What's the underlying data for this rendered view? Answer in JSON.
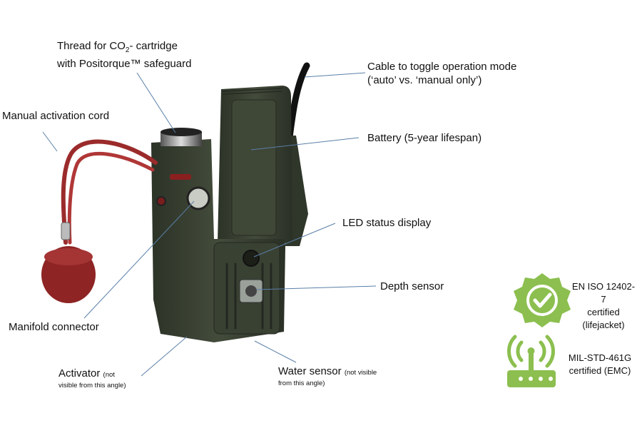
{
  "labels": {
    "thread_line1_pre": "Thread for CO",
    "thread_sub": "2",
    "thread_line1_post": "- cartridge",
    "thread_line2": "with Positorque™ safeguard",
    "manual_cord": "Manual activation cord",
    "cable_line1": "Cable to toggle operation mode",
    "cable_line2": "(‘auto’ vs. ‘manual only’)",
    "battery": "Battery (5-year lifespan)",
    "led": "LED status display",
    "depth": "Depth sensor",
    "manifold": "Manifold connector",
    "activator": "Activator",
    "activator_note_1": "(not",
    "activator_note_2": "visible from this angle)",
    "water": "Water sensor",
    "water_note_1": "(not visible",
    "water_note_2": "from this angle)"
  },
  "certifications": [
    {
      "icon": "check-badge-icon",
      "lines": [
        "EN ISO 12402-7",
        "certified",
        "(lifejacket)"
      ]
    },
    {
      "icon": "wireless-router-icon",
      "lines": [
        "MIL-STD-461G",
        "certified (EMC)"
      ]
    }
  ],
  "colors": {
    "device": "#3a4233",
    "cord": "#9b2b2b",
    "badge_green": "#8cbf4f",
    "leader": "#5a7fa8"
  }
}
